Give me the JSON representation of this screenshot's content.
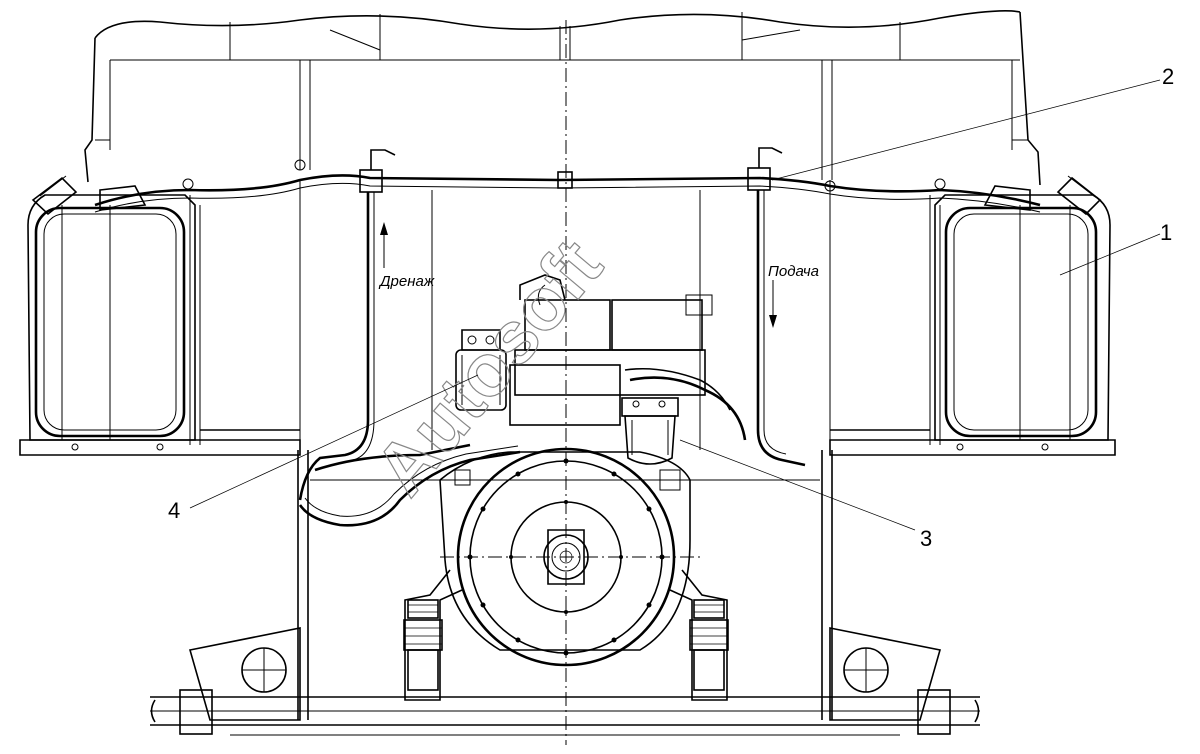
{
  "callouts": [
    {
      "number": "1"
    },
    {
      "number": "2"
    },
    {
      "number": "3"
    },
    {
      "number": "4"
    }
  ],
  "flow_labels": {
    "drain": "Дренаж",
    "supply": "Подача"
  },
  "watermark": {
    "text": "Autosoft"
  },
  "colors": {
    "line": "#000000",
    "background": "#ffffff",
    "watermark": "#888888"
  }
}
